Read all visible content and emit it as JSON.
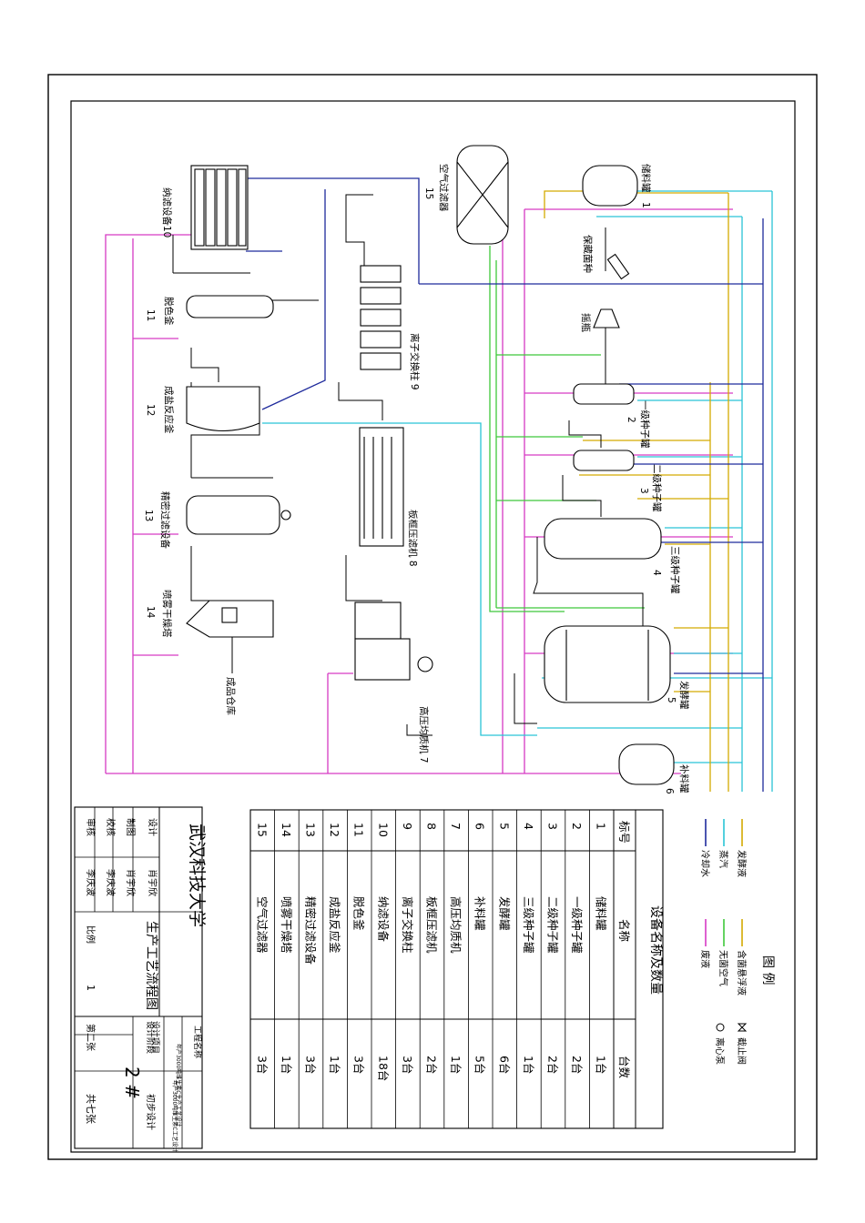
{
  "legend": {
    "title": "图 例",
    "lines": [
      {
        "key": "ferment",
        "label": "发酵液",
        "color": "#d4aa00"
      },
      {
        "key": "seed",
        "label": "含菌悬浮液",
        "color": "#d4aa00"
      },
      {
        "key": "steam",
        "label": "蒸汽",
        "color": "#29c4d6"
      },
      {
        "key": "air",
        "label": "无菌空气",
        "color": "#3ec83a"
      },
      {
        "key": "cooling",
        "label": "冷却水",
        "color": "#1e2a9c"
      },
      {
        "key": "waste",
        "label": "废液",
        "color": "#d63ac4"
      }
    ],
    "symbols": [
      {
        "key": "valve",
        "label": "截止阀"
      },
      {
        "key": "pump",
        "label": "离心泵"
      }
    ]
  },
  "equipment_table": {
    "title": "设备名称及数量",
    "headers": {
      "no": "标号",
      "name": "名称",
      "qty": "台数"
    },
    "rows": [
      {
        "no": "1",
        "name": "储料罐",
        "qty": "1台"
      },
      {
        "no": "2",
        "name": "一级种子罐",
        "qty": "2台"
      },
      {
        "no": "3",
        "name": "二级种子罐",
        "qty": "2台"
      },
      {
        "no": "4",
        "name": "三级种子罐",
        "qty": "1台"
      },
      {
        "no": "5",
        "name": "发酵罐",
        "qty": "6台"
      },
      {
        "no": "6",
        "name": "补料罐",
        "qty": "5台"
      },
      {
        "no": "7",
        "name": "高压均质机",
        "qty": "1台"
      },
      {
        "no": "8",
        "name": "板框压滤机",
        "qty": "2台"
      },
      {
        "no": "9",
        "name": "离子交换柱",
        "qty": "3台"
      },
      {
        "no": "10",
        "name": "纳滤设备",
        "qty": "18台"
      },
      {
        "no": "11",
        "name": "脱色釜",
        "qty": "3台"
      },
      {
        "no": "12",
        "name": "成盐反应釜",
        "qty": "1台"
      },
      {
        "no": "13",
        "name": "精密过滤设备",
        "qty": "3台"
      },
      {
        "no": "14",
        "name": "喷雾干燥塔",
        "qty": "1台"
      },
      {
        "no": "15",
        "name": "空气过滤器",
        "qty": "3台"
      }
    ]
  },
  "title_block": {
    "school": "武汉科技大学",
    "drawing_title": "生产工艺流程图",
    "project_label": "工程名称",
    "project_value": "年产3000吨维生素C生产工艺设计",
    "item_label": "设计项目",
    "item_value": "年产3000吨维生素C工艺设计",
    "stage_label": "设计阶段",
    "stage_value": "初步设计",
    "drawing_no": "2 #",
    "roles": [
      {
        "role": "设计",
        "name": "肖宇欣"
      },
      {
        "role": "制图",
        "name": "肖宇欣"
      },
      {
        "role": "校核",
        "name": "李庆波"
      },
      {
        "role": "审核",
        "name": "李庆波"
      }
    ],
    "scale_label": "比例",
    "scale_value": "1",
    "sheet": "第二张",
    "total": "共七张"
  },
  "diagram": {
    "labels": {
      "storage_tank": "储料罐",
      "air_filter": "空气过滤器",
      "nanofilter": "纳滤设备10",
      "sterile_seed": "保藏菌种",
      "shake_flask": "摇瓶",
      "ion_exchange": "离子交换柱 9",
      "decolor": "脱色釜",
      "salt_reactor": "成盐反应釜",
      "seed1": "一级种子罐",
      "seed2": "二级种子罐",
      "seed3": "三级种子罐",
      "fine_filter": "精密过滤设备",
      "filter_press": "板框压滤机 8",
      "spray_dryer": "喷雾干燥塔",
      "fermenter": "发酵罐",
      "warehouse": "成品仓库",
      "homogenizer": "高压均质机 7",
      "feed_tank": "补料罐"
    },
    "numbers": {
      "n1": "1",
      "n2": "2",
      "n3": "3",
      "n4": "4",
      "n5": "5",
      "n6": "6",
      "n11": "11",
      "n12": "12",
      "n13": "13",
      "n14": "14",
      "n15": "15"
    }
  }
}
